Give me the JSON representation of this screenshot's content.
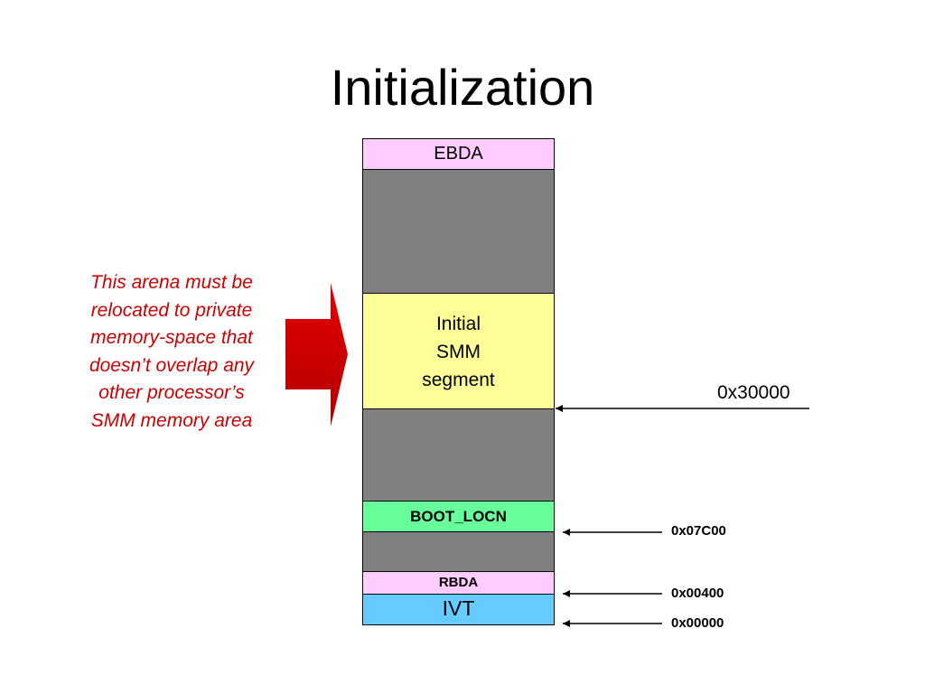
{
  "title": "Initialization",
  "colors": {
    "ebda": "#FFCCFF",
    "gray": "#808080",
    "smm": "#FFFF99",
    "boot_locn": "#66FF99",
    "rbda": "#FFCCFF",
    "ivt": "#66CCFF",
    "note_text": "#CC0000",
    "big_arrow": "#CC0000"
  },
  "memory_map": {
    "ebda": "EBDA",
    "smm_segment": "Initial\nSMM\nsegment",
    "boot_locn": "BOOT_LOCN",
    "rbda": "RBDA",
    "ivt": "IVT"
  },
  "addresses": {
    "a30000": "0x30000",
    "a07c00": "0x07C00",
    "a00400": "0x00400",
    "a00000": "0x00000"
  },
  "note": "This arena must be\nrelocated to private\nmemory-space that\ndoesn’t overlap any\nother processor’s\nSMM memory area"
}
